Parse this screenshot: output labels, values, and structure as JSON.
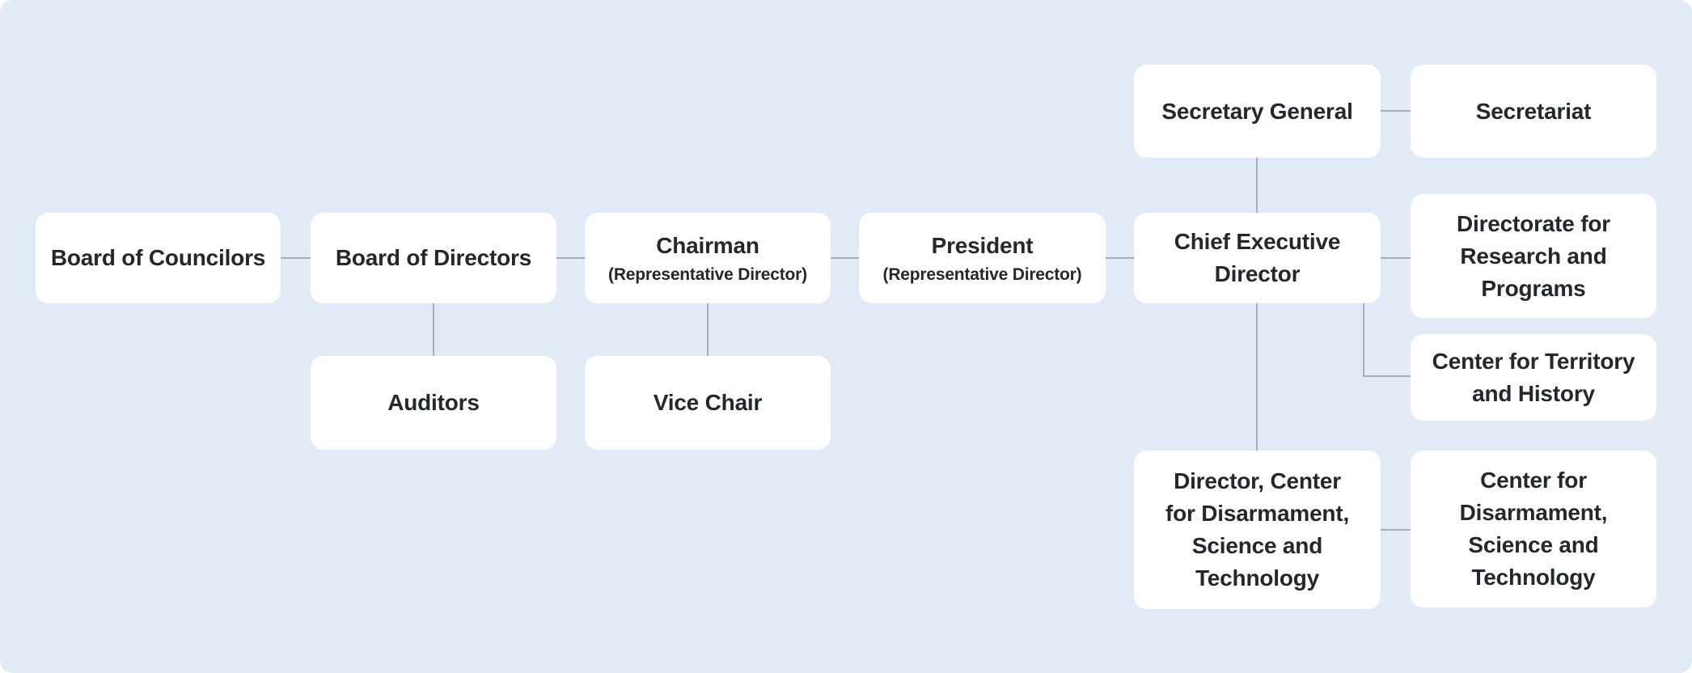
{
  "palette": {
    "page_bg": "#ffffff",
    "panel_bg": "#e2eaf7",
    "node_bg": "#ffffff",
    "connector_color": "#a5adb7",
    "text_color": "#24282c"
  },
  "org_chart": {
    "type": "org-chart",
    "nodes": {
      "board_of_councilors": {
        "label": "Board of Councilors"
      },
      "board_of_directors": {
        "label": "Board of Directors"
      },
      "chairman": {
        "label": "Chairman",
        "sublabel": "(Representative Director)"
      },
      "president": {
        "label": "President",
        "sublabel": "(Representative Director)"
      },
      "chief_executive_director": {
        "label": "Chief Executive\nDirector"
      },
      "secretary_general": {
        "label": "Secretary General"
      },
      "secretariat": {
        "label": "Secretariat"
      },
      "directorate_research": {
        "label": "Directorate for\nResearch and\nPrograms"
      },
      "center_territory": {
        "label": "Center for Territory\nand History"
      },
      "auditors": {
        "label": "Auditors"
      },
      "vice_chair": {
        "label": "Vice Chair"
      },
      "director_cdst": {
        "label": "Director, Center\nfor Disarmament,\nScience and\nTechnology"
      },
      "center_cdst": {
        "label": "Center for\nDisarmament,\nScience and\nTechnology"
      }
    },
    "edges": [
      [
        "board_of_councilors",
        "board_of_directors"
      ],
      [
        "board_of_directors",
        "chairman"
      ],
      [
        "chairman",
        "president"
      ],
      [
        "president",
        "chief_executive_director"
      ],
      [
        "secretary_general",
        "secretariat"
      ],
      [
        "secretary_general",
        "chief_executive_director"
      ],
      [
        "chief_executive_director",
        "directorate_research"
      ],
      [
        "chief_executive_director",
        "center_territory"
      ],
      [
        "board_of_directors",
        "auditors"
      ],
      [
        "chairman",
        "vice_chair"
      ],
      [
        "chief_executive_director",
        "director_cdst"
      ],
      [
        "director_cdst",
        "center_cdst"
      ]
    ]
  }
}
